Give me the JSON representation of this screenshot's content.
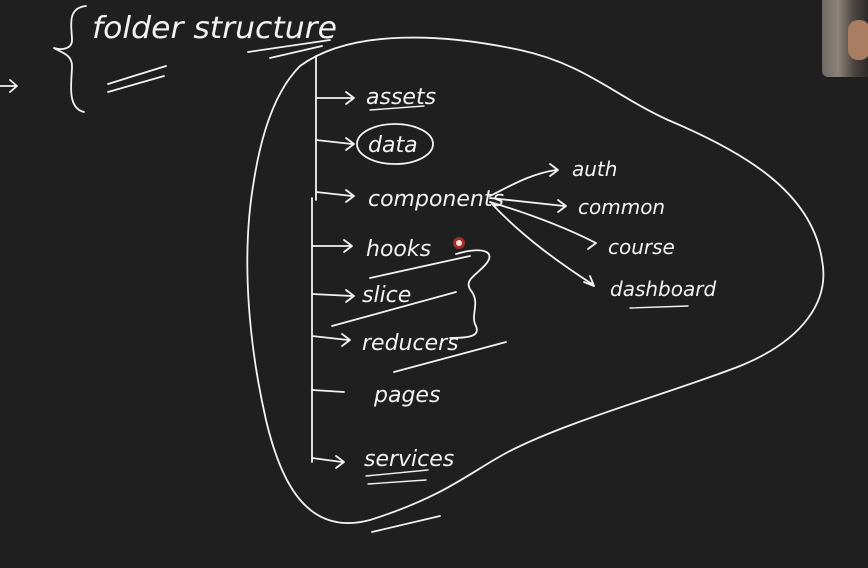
{
  "diagram": {
    "title": "folder structure",
    "folders": [
      "assets",
      "data",
      "components",
      "hooks",
      "slice",
      "reducers",
      "pages",
      "services"
    ],
    "component_subfolders": [
      "auth",
      "common",
      "course",
      "dashboard"
    ]
  }
}
